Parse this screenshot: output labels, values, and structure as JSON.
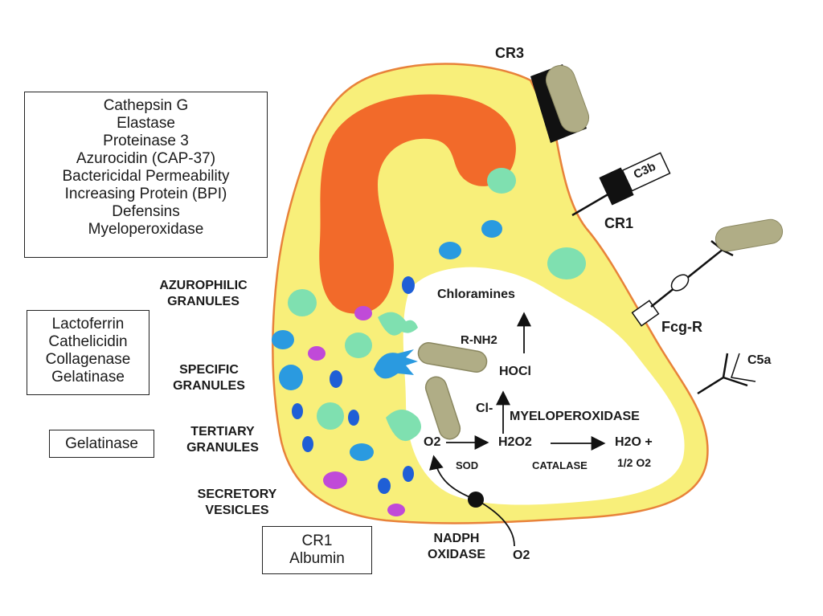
{
  "boxes": {
    "azurophilic_contents": [
      "Cathepsin G",
      "Elastase",
      "Proteinase 3",
      "Azurocidin (CAP-37)",
      "Bactericidal Permeability",
      "Increasing Protein (BPI)",
      "Defensins",
      "Myeloperoxidase"
    ],
    "specific_contents": [
      "Lactoferrin",
      "Cathelicidin",
      "Collagenase",
      "Gelatinase"
    ],
    "tertiary_contents": [
      "Gelatinase"
    ],
    "secretory_contents": [
      "CR1",
      "Albumin"
    ]
  },
  "granule_labels": {
    "azurophilic": [
      "AZUROPHILIC",
      "GRANULES"
    ],
    "specific": [
      "SPECIFIC",
      "GRANULES"
    ],
    "tertiary": [
      "TERTIARY",
      "GRANULES"
    ],
    "secretory": [
      "SECRETORY",
      "VESICLES"
    ]
  },
  "receptors": {
    "cr3": "CR3",
    "c3b": "C3b",
    "cr1": "CR1",
    "fcg_r": "Fcg-R",
    "c5a": "C5a"
  },
  "reactions": {
    "chloramines": "Chloramines",
    "r_nh2": "R-NH2",
    "hocl": "HOCl",
    "cl": "Cl-",
    "myeloperoxidase": "MYELOPEROXIDASE",
    "o2": "O2",
    "sod": "SOD",
    "h2o2": "H2O2",
    "catalase": "CATALASE",
    "h2o_plus": "H2O +",
    "half_o2": "1/2 O2",
    "nadph_oxidase": [
      "NADPH",
      "OXIDASE"
    ],
    "o2_outside": "O2"
  },
  "colors": {
    "cytoplasm": "#f8ef7a",
    "membrane": "#e8823a",
    "nucleus": "#f26a2a",
    "azurophilic_granule": "#1f5fd6",
    "specific_granule": "#7fe0b0",
    "tertiary_granule": "#2a9ae0",
    "secretory_vesicle": "#c04ad8",
    "bacterium": "#b0ad86"
  }
}
